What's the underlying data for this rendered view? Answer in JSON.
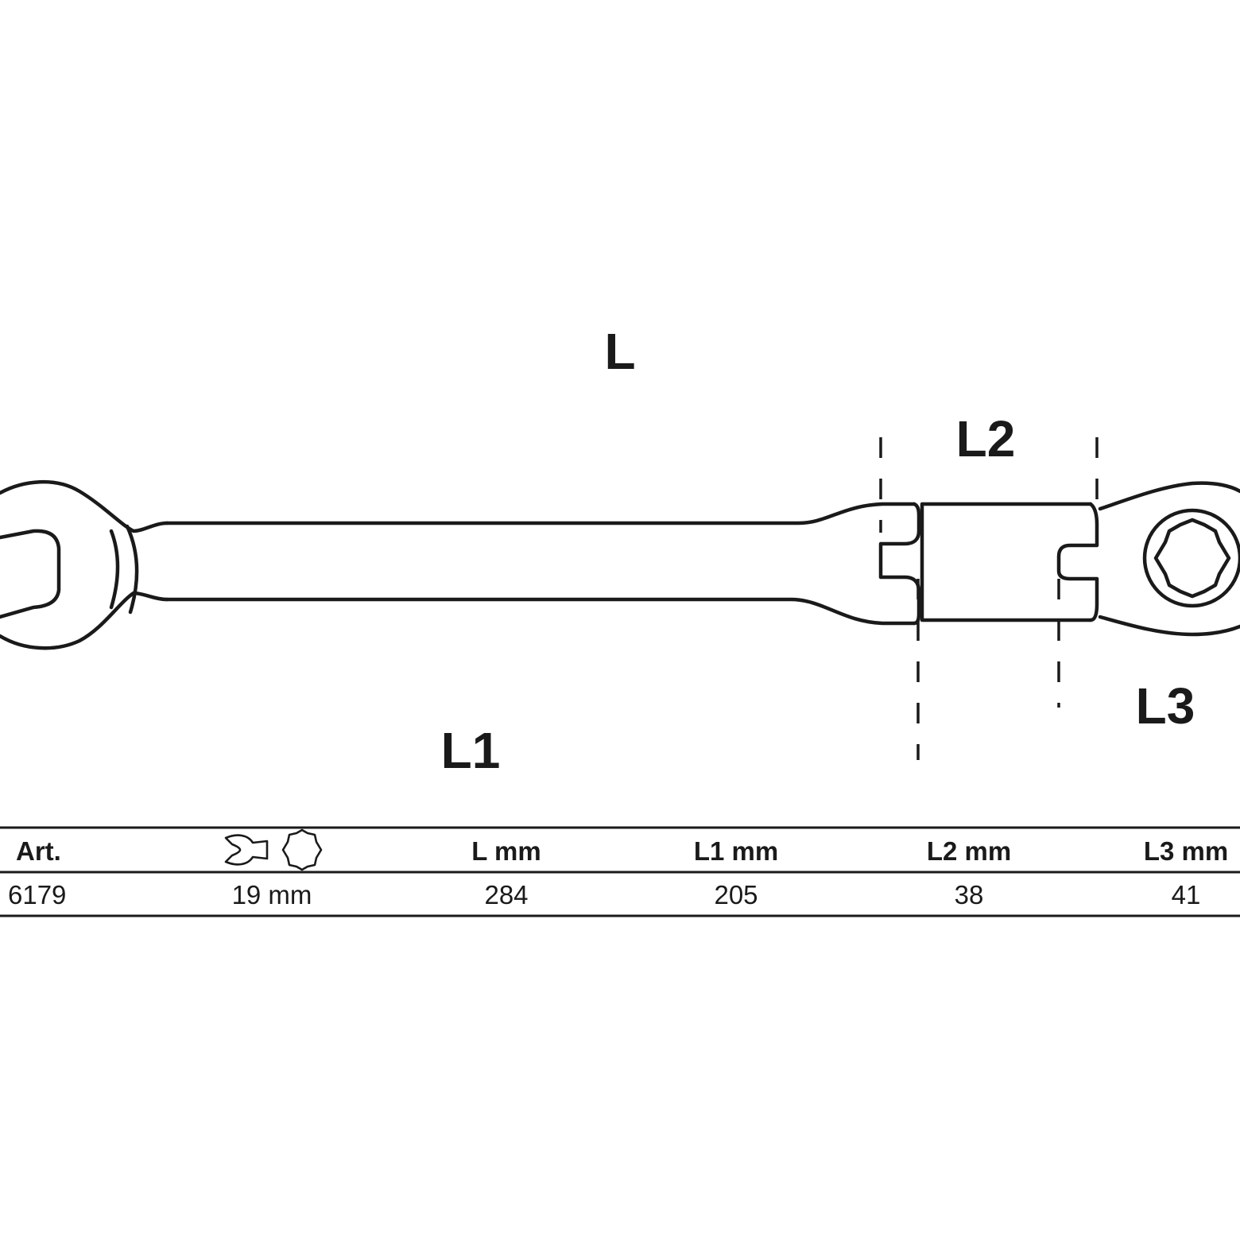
{
  "labels": {
    "L": "L",
    "L1": "L1",
    "L2": "L2",
    "L3": "L3"
  },
  "table": {
    "headers": {
      "art": "Art.",
      "size_icons": [
        "open-end-wrench-icon",
        "twelve-point-ring-icon"
      ],
      "l": "L mm",
      "l1": "L1 mm",
      "l2": "L2 mm",
      "l3": "L3 mm"
    },
    "row": {
      "art": "6179",
      "size": "19 mm",
      "l": "284",
      "l1": "205",
      "l2": "38",
      "l3": "41"
    }
  }
}
